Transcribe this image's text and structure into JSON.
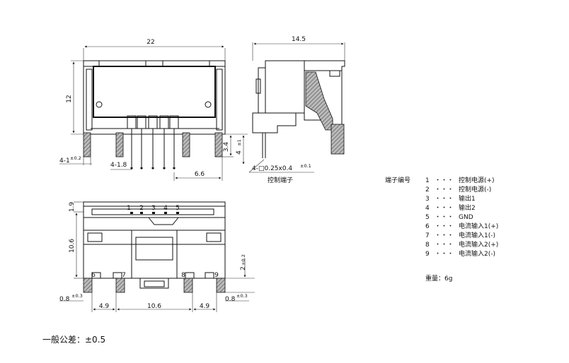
{
  "front_view": {
    "width_dim": "22",
    "height_dim": "12",
    "mount_pin_dim": "4-1",
    "mount_pin_tol": "±0.2",
    "pin_pitch_dim": "4-1.8",
    "pin_offset_dim": "6.6",
    "pin_len_dim": "3.4",
    "pin_len2_dim": "4",
    "pin_len2_tol": "±1"
  },
  "side_view": {
    "depth_dim": "14.5",
    "pin_section_dim": "4-□0.25x0.4",
    "pin_section_tol": "±0.1",
    "terminal_label": "控制端子"
  },
  "bottom_view": {
    "top_strip_dim": "1.9",
    "height_dim": "10.6",
    "pin_nums_top": [
      "1",
      "2",
      "3",
      "4",
      "5"
    ],
    "pin_nums_bottom": [
      "6",
      "7",
      "8",
      "9"
    ],
    "pin_len_dim": "2",
    "pin_len_tol": "±0.2",
    "pin_width_left": "0.8",
    "pin_width_left_tol": "±0.3",
    "pin_width_right": "0.8",
    "pin_width_right_tol": "±0.3",
    "span_left": "4.9",
    "span_mid": "10.6",
    "span_right": "4.9"
  },
  "terminal_table": {
    "header": "端子编号",
    "rows": [
      {
        "num": "1",
        "dots": "・・・",
        "name": "控制电源(+)"
      },
      {
        "num": "2",
        "dots": "・・・",
        "name": "控制电源(-)"
      },
      {
        "num": "3",
        "dots": "・・・",
        "name": "输出1"
      },
      {
        "num": "4",
        "dots": "・・・",
        "name": "输出2"
      },
      {
        "num": "5",
        "dots": "・・・",
        "name": "GND"
      },
      {
        "num": "6",
        "dots": "・・・",
        "name": "电流输入1(+)"
      },
      {
        "num": "7",
        "dots": "・・・",
        "name": "电流输入1(-)"
      },
      {
        "num": "8",
        "dots": "・・・",
        "name": "电流输入2(+)"
      },
      {
        "num": "9",
        "dots": "・・・",
        "name": "电流输入2(-)"
      }
    ],
    "weight": "重量：6g"
  },
  "tolerance_note": "一般公差：±0.5"
}
